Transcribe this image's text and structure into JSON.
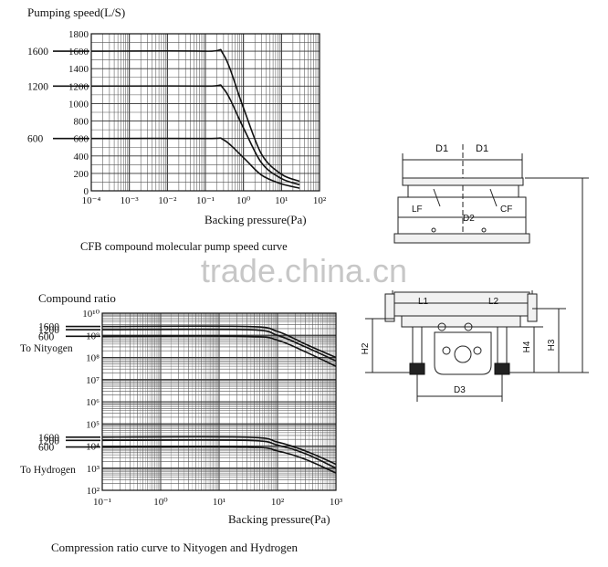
{
  "chart_data": [
    {
      "type": "line",
      "title": "Pumping speed(L/S)",
      "xlabel": "Backing pressure(Pa)",
      "ylabel": "Pumping speed(L/S)",
      "xscale": "log",
      "xlim": [
        0.0001,
        100
      ],
      "ylim": [
        0,
        1800
      ],
      "x_ticks": [
        "10⁻⁴",
        "10⁻³",
        "10⁻²",
        "10⁻¹",
        "10⁰",
        "10¹",
        "10²"
      ],
      "y_ticks": [
        "0",
        "200",
        "400",
        "600",
        "800",
        "1000",
        "1200",
        "1400",
        "1600",
        "1800"
      ],
      "grid": true,
      "series": [
        {
          "name": "1600",
          "x": [
            0.0001,
            0.1,
            0.3,
            1,
            3,
            10,
            30
          ],
          "y": [
            1600,
            1600,
            1560,
            950,
            420,
            190,
            110
          ]
        },
        {
          "name": "1200",
          "x": [
            0.0001,
            0.1,
            0.3,
            1,
            3,
            10,
            30
          ],
          "y": [
            1200,
            1200,
            1170,
            720,
            320,
            140,
            70
          ]
        },
        {
          "name": "600",
          "x": [
            0.0001,
            0.1,
            0.3,
            1,
            3,
            10,
            30
          ],
          "y": [
            600,
            600,
            585,
            380,
            180,
            80,
            30
          ]
        }
      ],
      "caption": "CFB compound molecular pump speed curve"
    },
    {
      "type": "line",
      "title": "Compound ratio",
      "xlabel": "Backing pressure(Pa)",
      "ylabel": "Compound ratio",
      "xscale": "log",
      "yscale": "log",
      "xlim": [
        0.1,
        1000
      ],
      "ylim": [
        100,
        10000000000
      ],
      "x_ticks": [
        "10⁻¹",
        "10⁰",
        "10¹",
        "10²",
        "10³"
      ],
      "y_ticks": [
        "10²",
        "10³",
        "10⁴",
        "10⁵",
        "10⁶",
        "10⁷",
        "10⁸",
        "10⁹",
        "10¹⁰"
      ],
      "grid": true,
      "groups": [
        "To Nityogen",
        "To Hydrogen"
      ],
      "series": [
        {
          "name": "1600",
          "group": "To Nityogen",
          "x": [
            0.1,
            30,
            100,
            300,
            1000
          ],
          "y": [
            2500000000,
            2500000000,
            1500000000,
            400000000,
            100000000
          ]
        },
        {
          "name": "1200",
          "group": "To Nityogen",
          "x": [
            0.1,
            30,
            100,
            300,
            1000
          ],
          "y": [
            1800000000,
            1800000000,
            1000000000,
            300000000,
            70000000
          ]
        },
        {
          "name": "600",
          "group": "To Nityogen",
          "x": [
            0.1,
            30,
            100,
            300,
            1000
          ],
          "y": [
            900000000,
            900000000,
            600000000,
            180000000,
            40000000
          ]
        },
        {
          "name": "1600",
          "group": "To Hydrogen",
          "x": [
            0.1,
            30,
            100,
            300,
            1000
          ],
          "y": [
            25000,
            25000,
            15000,
            6000,
            1500
          ]
        },
        {
          "name": "1200",
          "group": "To Hydrogen",
          "x": [
            0.1,
            30,
            100,
            300,
            1000
          ],
          "y": [
            18000,
            18000,
            11000,
            4500,
            1000
          ]
        },
        {
          "name": "600",
          "group": "To Hydrogen",
          "x": [
            0.1,
            30,
            100,
            300,
            1000
          ],
          "y": [
            9000,
            9000,
            6000,
            2500,
            600
          ]
        }
      ],
      "caption": "Compression ratio curve to Nityogen and Hydrogen"
    }
  ],
  "diagram": {
    "labels": {
      "d1_left": "D1",
      "d1_right": "D1",
      "lf": "LF",
      "cf": "CF",
      "d2": "D2",
      "l1": "L1",
      "l2": "L2",
      "h2": "H2",
      "h3": "H3",
      "h4": "H4",
      "d3": "D3"
    }
  },
  "watermark": "trade.china.cn"
}
